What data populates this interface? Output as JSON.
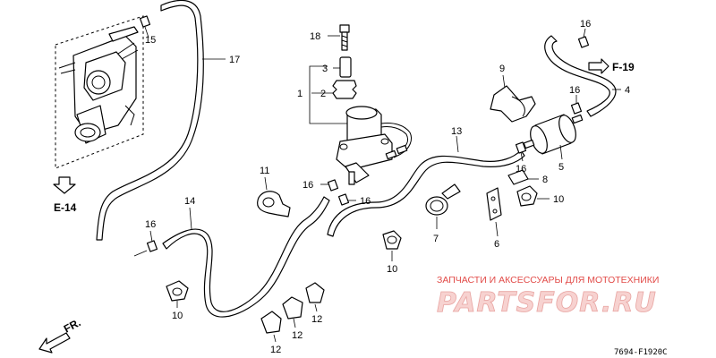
{
  "callouts": {
    "c1": "1",
    "c2": "2",
    "c3": "3",
    "c4": "4",
    "c5": "5",
    "c6": "6",
    "c7": "7",
    "c8": "8",
    "c9": "9",
    "c10a": "10",
    "c10b": "10",
    "c10c": "10",
    "c11": "11",
    "c12a": "12",
    "c12b": "12",
    "c12c": "12",
    "c13": "13",
    "c14": "14",
    "c15": "15",
    "c16a": "16",
    "c16b": "16",
    "c16c": "16",
    "c16d": "16",
    "c16e": "16",
    "c16f": "16",
    "c17": "17",
    "c18": "18"
  },
  "references": {
    "e14": "E-14",
    "f19": "F-19",
    "front": "FR."
  },
  "diagram_code": "7694-F1920C",
  "watermark": {
    "caption": "ЗАПЧАСТИ И АКСЕССУАРЫ ДЛЯ МОТОТЕХНИКИ",
    "logo": "PARTSFOR.RU"
  }
}
